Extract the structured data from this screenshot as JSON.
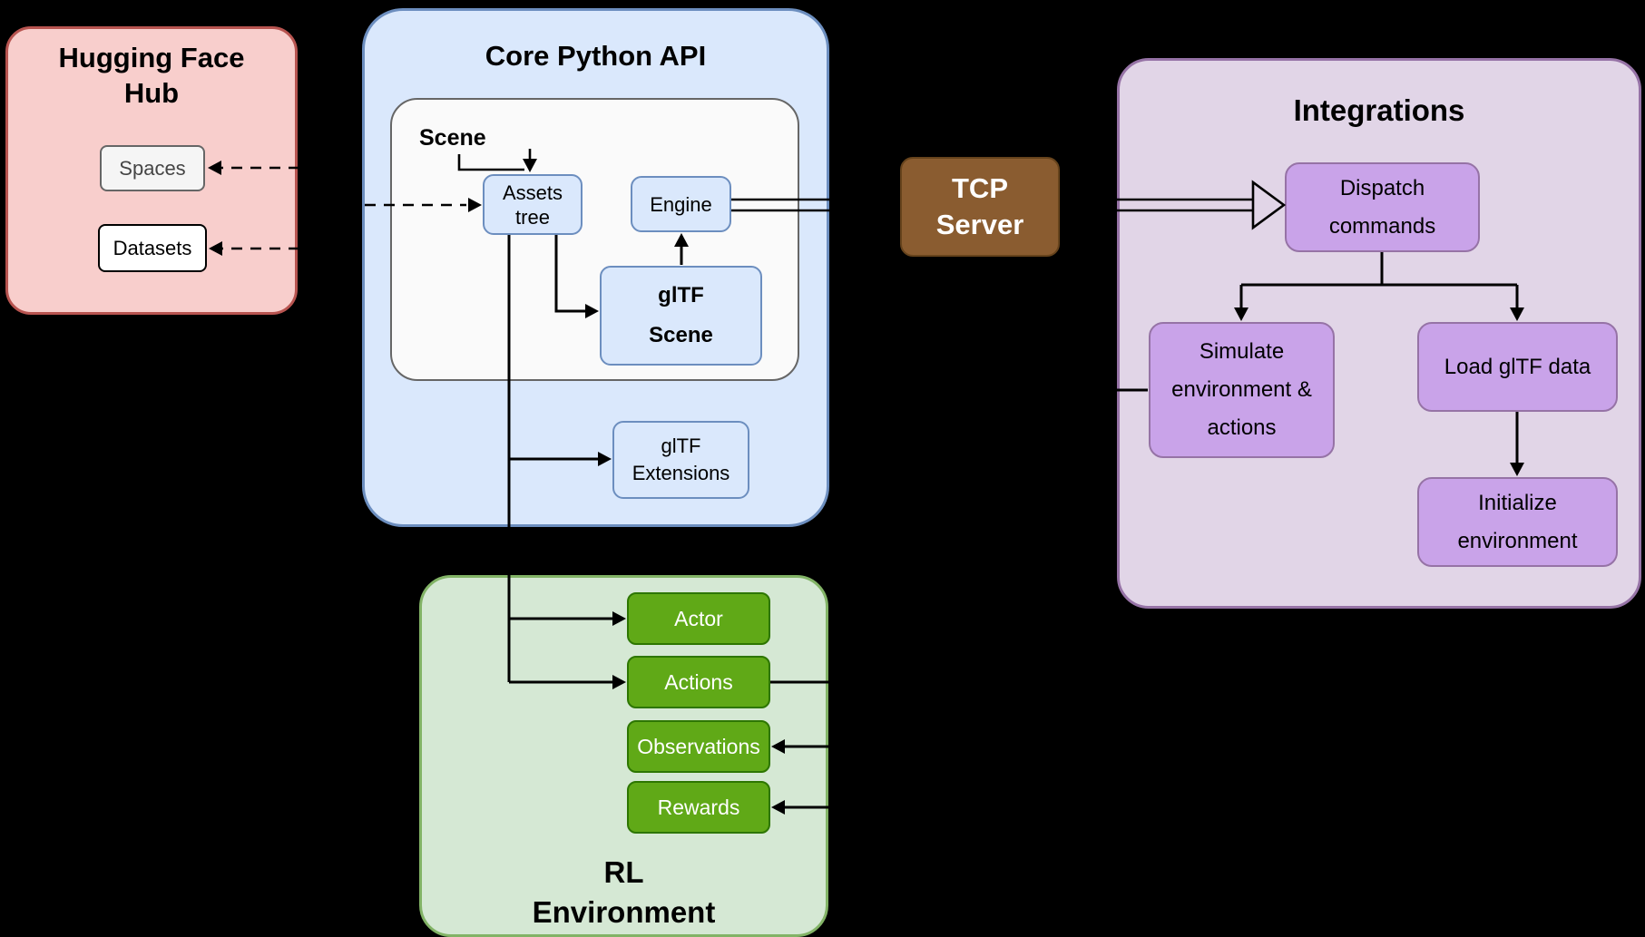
{
  "groups": {
    "hugging_face_hub": {
      "title": "Hugging Face\nHub",
      "nodes": {
        "spaces": "Spaces",
        "datasets": "Datasets"
      }
    },
    "core_python_api": {
      "title": "Core Python API",
      "scene_label": "Scene",
      "nodes": {
        "assets_tree": "Assets\ntree",
        "engine": "Engine",
        "gltf_scene": "glTF\nScene",
        "gltf_extensions": "glTF\nExtensions"
      }
    },
    "tcp_server": {
      "title": "TCP\nServer"
    },
    "integrations": {
      "title": "Integrations",
      "nodes": {
        "dispatch_commands": "Dispatch\ncommands",
        "simulate_environment": "Simulate\nenvironment &\nactions",
        "load_gltf_data": "Load glTF data",
        "initialize_environment": "Initialize\nenvironment"
      }
    },
    "rl_environment": {
      "title": "RL\nEnvironment",
      "nodes": {
        "actor": "Actor",
        "actions": "Actions",
        "observations": "Observations",
        "rewards": "Rewards"
      }
    }
  },
  "colors": {
    "background": "#000000",
    "hub_fill": "#F8CECC",
    "hub_border": "#B85450",
    "core_fill": "#DAE8FC",
    "core_border": "#6C8EBF",
    "scene_container_fill": "#FAFAFA",
    "tcp_fill": "#8A5C30",
    "integrations_fill": "#E1D5E7",
    "integrations_border": "#9673A6",
    "integration_node_fill": "#C9A3E9",
    "rl_fill": "#D5E8D4",
    "rl_border": "#82B366",
    "rl_node_fill": "#60A917",
    "connector": "#000000"
  }
}
